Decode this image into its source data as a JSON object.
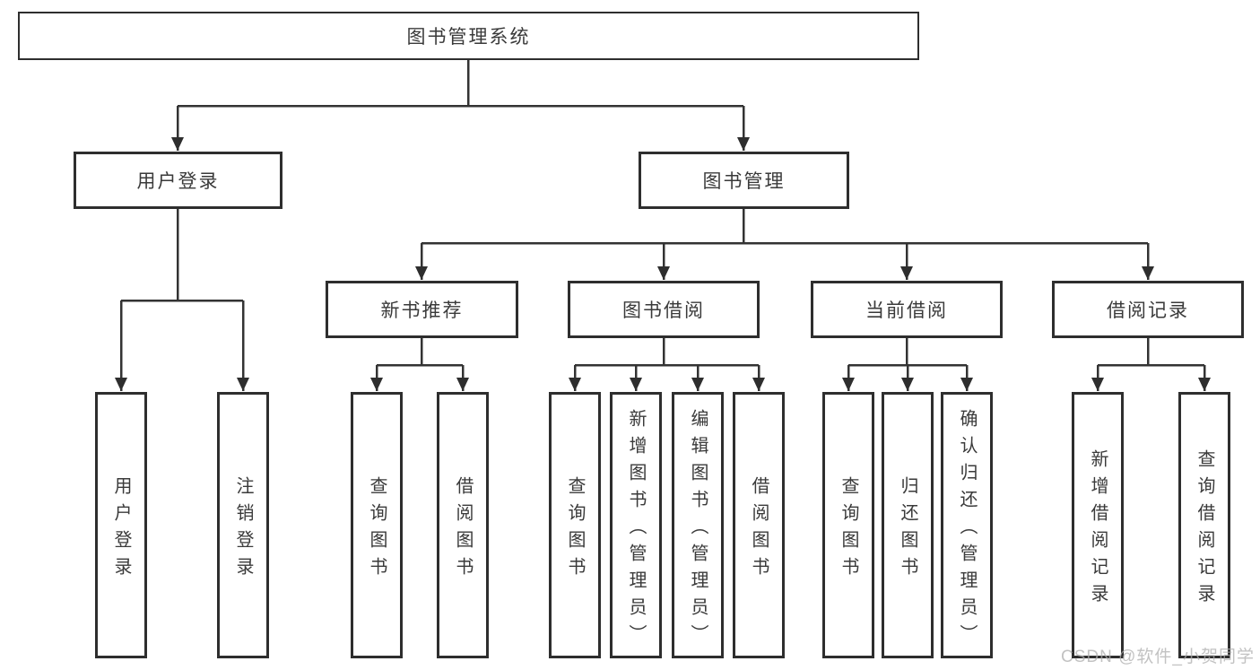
{
  "page": {
    "background": "#ffffff"
  },
  "watermark": {
    "text": "CSDN @软件_小贺同学",
    "color": "#adadad"
  },
  "diagram": {
    "type": "tree",
    "line_color": "#333333",
    "box_border_color": "#2e2e2e",
    "text_color": "#3a3a3a",
    "root": {
      "label": "图书管理系统"
    },
    "branches": [
      {
        "label": "用户登录",
        "children": [
          {
            "label": "用户登录"
          },
          {
            "label": "注销登录"
          }
        ]
      },
      {
        "label": "图书管理",
        "children": [
          {
            "label": "新书推荐",
            "children": [
              {
                "label": "查询图书"
              },
              {
                "label": "借阅图书"
              }
            ]
          },
          {
            "label": "图书借阅",
            "children": [
              {
                "label": "查询图书"
              },
              {
                "label": "新增图书（管理员）"
              },
              {
                "label": "编辑图书（管理员）"
              },
              {
                "label": "借阅图书"
              }
            ]
          },
          {
            "label": "当前借阅",
            "children": [
              {
                "label": "查询图书"
              },
              {
                "label": "归还图书"
              },
              {
                "label": "确认归还（管理员）"
              }
            ]
          },
          {
            "label": "借阅记录",
            "children": [
              {
                "label": "新增借阅记录"
              },
              {
                "label": "查询借阅记录"
              }
            ]
          }
        ]
      }
    ]
  }
}
